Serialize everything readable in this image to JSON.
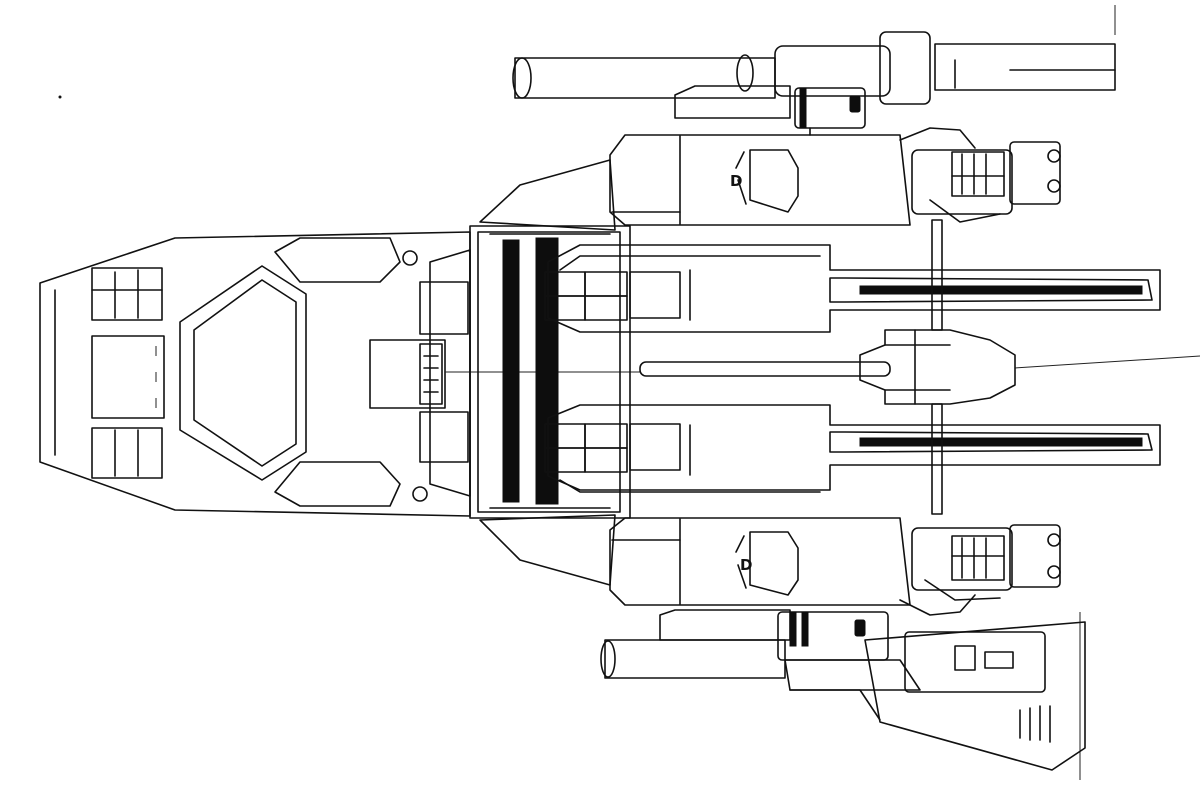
{
  "drawing": {
    "subject": "mecha-top-view-lineart",
    "background_color": "#ffffff",
    "line_color": "#111111",
    "fill_color": "#0d0d0d",
    "hull_markings": [
      "D",
      "D"
    ]
  }
}
